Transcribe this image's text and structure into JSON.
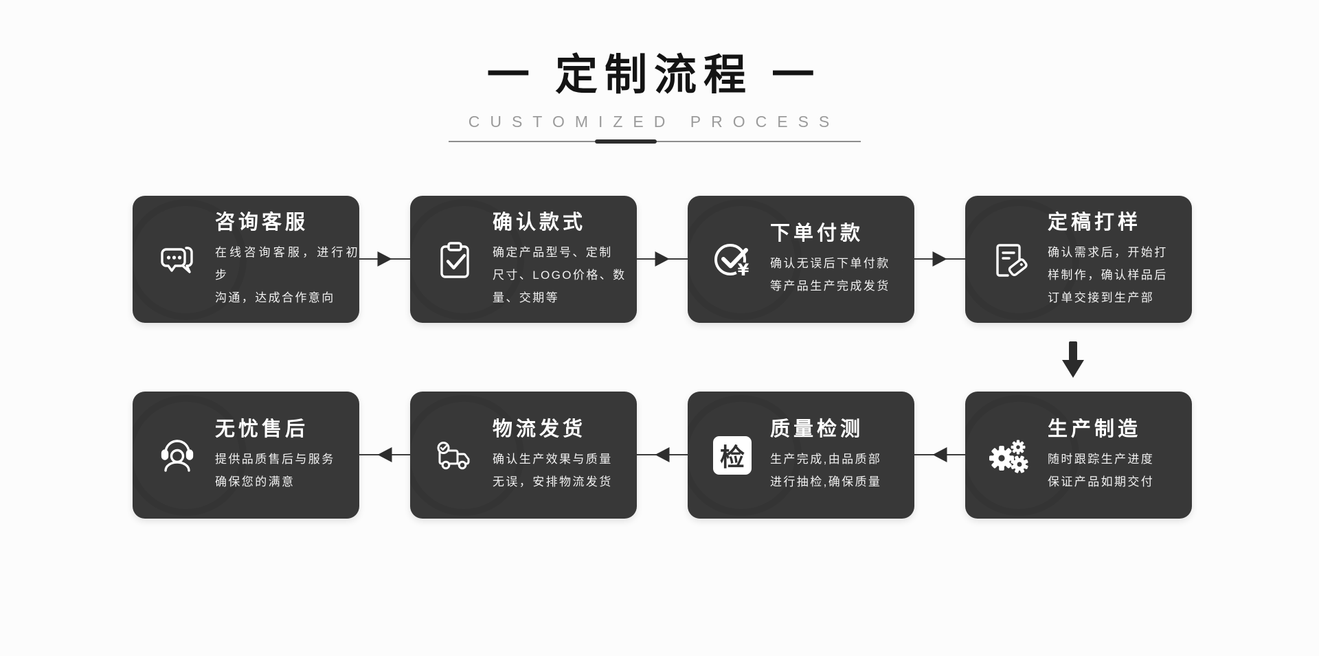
{
  "header": {
    "title": "一 定制流程 一",
    "subtitle": "CUSTOMIZED PROCESS"
  },
  "colors": {
    "card_bg": "#383838",
    "card_title": "#ffffff",
    "card_desc": "#f1f1f1",
    "page_bg": "#fcfcfc",
    "arrow": "#2b2b2b"
  },
  "steps": [
    {
      "icon": "chat-bubbles-icon",
      "title": "咨询客服",
      "desc": "在线咨询客服，进行初步\n沟通，达成合作意向"
    },
    {
      "icon": "clipboard-check-icon",
      "title": "确认款式",
      "desc": "确定产品型号、定制\n尺寸、LOGO价格、数\n量、交期等"
    },
    {
      "icon": "pay-check-yuan-icon",
      "title": "下单付款",
      "desc": "确认无误后下单付款\n等产品生产完成发货"
    },
    {
      "icon": "document-tag-icon",
      "title": "定稿打样",
      "desc": "确认需求后，开始打\n样制作，确认样品后\n订单交接到生产部"
    },
    {
      "icon": "gears-icon",
      "title": "生产制造",
      "desc": "随时跟踪生产进度\n保证产品如期交付"
    },
    {
      "icon": "inspect-badge-icon",
      "icon_char": "检",
      "title": "质量检测",
      "desc": "生产完成,由品质部\n进行抽检,确保质量"
    },
    {
      "icon": "delivery-truck-icon",
      "title": "物流发货",
      "desc": "确认生产效果与质量\n无误，安排物流发货"
    },
    {
      "icon": "headset-support-icon",
      "title": "无忧售后",
      "desc": "提供品质售后与服务\n确保您的满意"
    }
  ]
}
